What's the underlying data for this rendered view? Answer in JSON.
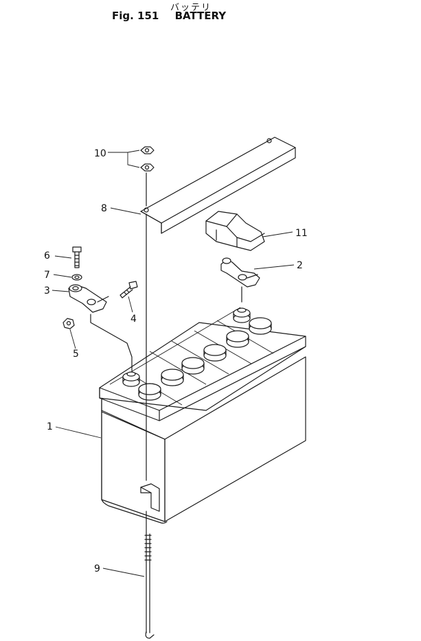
{
  "title": {
    "japanese": "バッテリ",
    "figure": "Fig. 151",
    "name": "BATTERY"
  },
  "callouts": {
    "c1": "1",
    "c2": "2",
    "c3": "3",
    "c4": "4",
    "c5": "5",
    "c6": "6",
    "c7": "7",
    "c8": "8",
    "c9": "9",
    "c10": "10",
    "c11": "11"
  }
}
